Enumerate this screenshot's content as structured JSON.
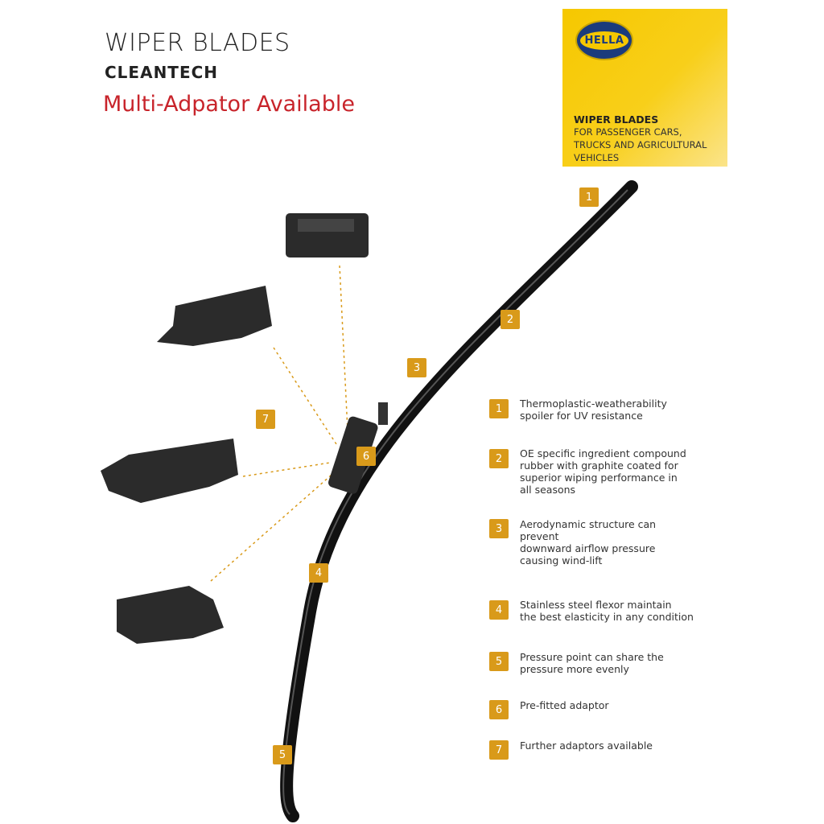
{
  "header": {
    "title": "WIPER BLADES",
    "subtitle": "CLEANTECH",
    "tagline": "Multi-Adpator Available"
  },
  "brand_box": {
    "logo_text": "HELLA",
    "title": "WIPER BLADES",
    "lines": [
      "FOR PASSENGER CARS,",
      "TRUCKS AND AGRICULTURAL",
      "VEHICLES"
    ]
  },
  "callouts": [
    "1",
    "2",
    "3",
    "4",
    "5",
    "6",
    "7"
  ],
  "legend": [
    {
      "num": "1",
      "lines": [
        "Thermoplastic-weatherability",
        "spoiler for UV resistance"
      ]
    },
    {
      "num": "2",
      "lines": [
        "OE specific ingredient compound",
        "rubber with graphite coated for",
        "superior wiping performance in",
        "all seasons"
      ]
    },
    {
      "num": "3",
      "lines": [
        "Aerodynamic structure can prevent",
        "downward airflow pressure",
        "causing wind-lift"
      ]
    },
    {
      "num": "4",
      "lines": [
        "Stainless steel flexor maintain",
        "the best elasticity in any condition"
      ]
    },
    {
      "num": "5",
      "lines": [
        "Pressure point can share the",
        "pressure more evenly"
      ]
    },
    {
      "num": "6",
      "lines": [
        "Pre-fitted adaptor"
      ]
    },
    {
      "num": "7",
      "lines": [
        "Further adaptors available"
      ]
    }
  ],
  "colors": {
    "accent": "#d99a1a",
    "tagline": "#c8242b",
    "brand_yellow": "#f6c800",
    "brand_blue": "#1b3b7c"
  }
}
